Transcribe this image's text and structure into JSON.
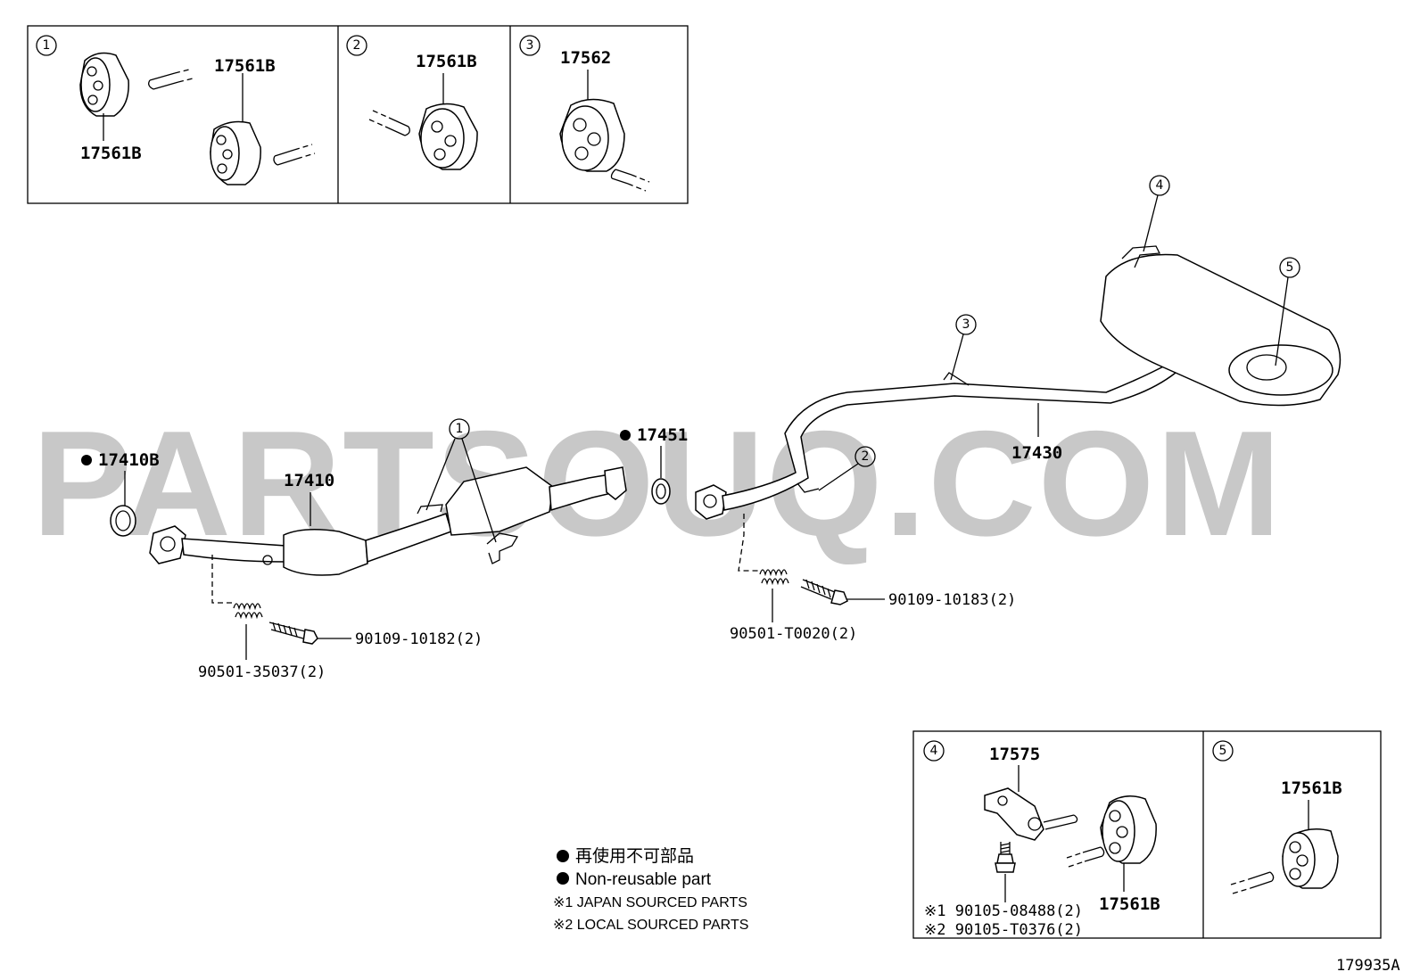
{
  "watermark": "PARTSOUQ.COM",
  "inset_top": {
    "panels": [
      {
        "callout": "1",
        "labels": [
          "17561B",
          "17561B"
        ]
      },
      {
        "callout": "2",
        "labels": [
          "17561B"
        ]
      },
      {
        "callout": "3",
        "labels": [
          "17562"
        ]
      }
    ]
  },
  "inset_bottom": {
    "panels": [
      {
        "callout": "4",
        "labels": [
          "17575",
          "17561B"
        ],
        "fasteners": [
          "※1 90105-08488(2)",
          "※2 90105-T0376(2)"
        ]
      },
      {
        "callout": "5",
        "labels": [
          "17561B"
        ]
      }
    ]
  },
  "main": {
    "callouts": [
      "1",
      "2",
      "3",
      "4",
      "5"
    ],
    "parts": {
      "gasket_front": "17410B",
      "front_pipe": "17410",
      "gasket_center": "17451",
      "tail_pipe": "17430",
      "bolt_front": "90109-10182(2)",
      "spring_front": "90501-35037(2)",
      "bolt_rear": "90109-10183(2)",
      "spring_rear": "90501-T0020(2)"
    }
  },
  "legend": {
    "line1": "再使用不可部品",
    "line2": "Non-reusable part",
    "note1": "※1 JAPAN SOURCED PARTS",
    "note2": "※2 LOCAL SOURCED PARTS"
  },
  "diagram_code": "179935A"
}
